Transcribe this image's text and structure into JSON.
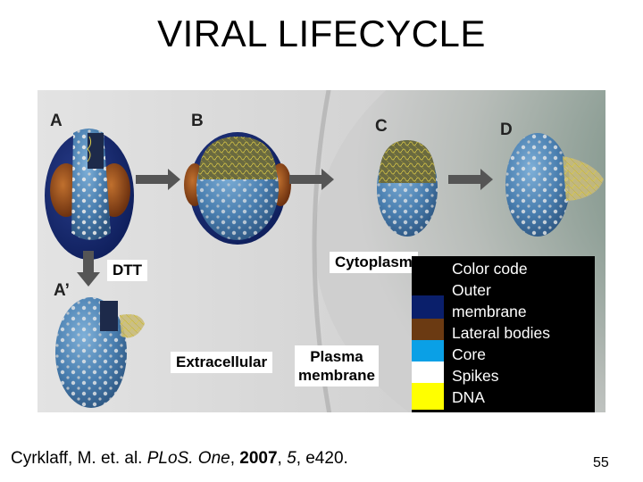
{
  "title": "VIRAL LIFECYCLE",
  "panels": {
    "a": "A",
    "a_prime": "A’",
    "b": "B",
    "c": "C",
    "d": "D"
  },
  "labels": {
    "dtt": "DTT",
    "cytoplasm": "Cytoplasm",
    "extracellular": "Extracellular",
    "plasma_line1": "Plasma",
    "plasma_line2": "membrane"
  },
  "legend": {
    "heading": "Color code",
    "items": [
      {
        "label_lines": [
          "Outer",
          "membrane"
        ],
        "color": "#0a1f6b"
      },
      {
        "label_lines": [
          "Lateral bodies"
        ],
        "color": "#6b3a12"
      },
      {
        "label_lines": [
          "Core"
        ],
        "color": "#0aa0e6"
      },
      {
        "label_lines": [
          "Spikes"
        ],
        "color": "#ffffff"
      },
      {
        "label_lines": [
          "DNA"
        ],
        "color": "#ffff00"
      }
    ]
  },
  "citation": {
    "authors": "Cyrklaff, M. et. al. ",
    "journal": "PLoS. One",
    "sep1": ", ",
    "year": "2007",
    "sep2": ", ",
    "volume": "5",
    "rest": ", e420."
  },
  "page_number": "55"
}
